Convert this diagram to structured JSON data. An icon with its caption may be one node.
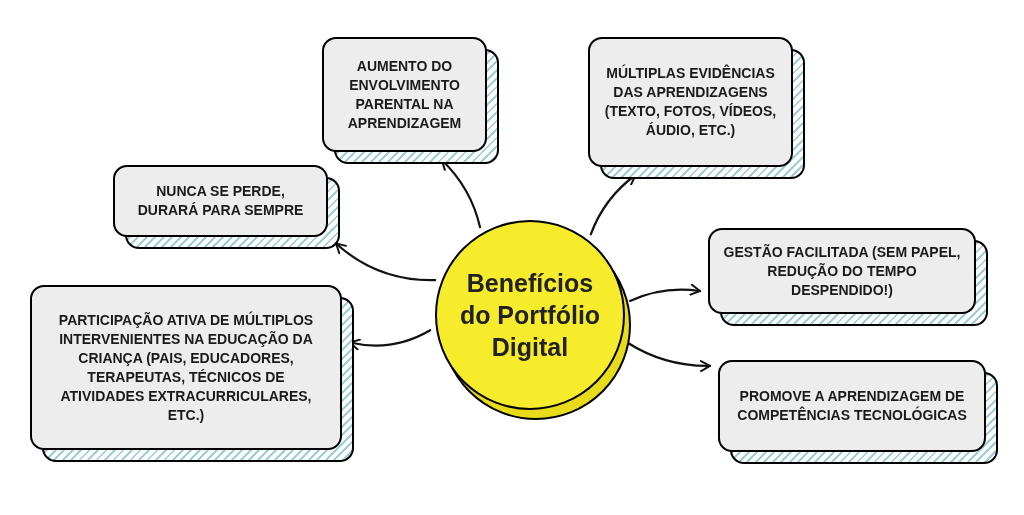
{
  "diagram": {
    "nodes": [
      {
        "text": [
          "Benefícios do Portfólio Digital"
        ]
      },
      {
        "text": [
          "AUMENTO DO ENVOLVIMENTO PARENTAL NA APRENDIZAGEM"
        ]
      },
      {
        "text": [
          "MÚLTIPLAS EVIDÊNCIAS DAS APRENDIZAGENS (TEXTO, FOTOS, VÍDEOS, ÁUDIO, ETC.)"
        ]
      },
      {
        "text": [
          "NUNCA SE PERDE, DURARÁ PARA SEMPRE"
        ]
      },
      {
        "text": [
          "GESTÃO FACILITADA (SEM PAPEL, REDUÇÃO DO TEMPO DESPENDIDO!)"
        ]
      },
      {
        "text": [
          "PARTICIPAÇÃO ATIVA DE MÚLTIPLOS INTERVENIENTES NA EDUCAÇÃO DA CRIANÇA (PAIS, EDUCADORES, TERAPEUTAS, TÉCNICOS DE ATIVIDADES EXTRACURRICULARES, ETC.)"
        ]
      },
      {
        "text": [
          "PROMOVE A APRENDIZAGEM DE COMPETÊNCIAS TECNOLÓGICAS"
        ]
      }
    ],
    "edges": [
      {
        "from": 0,
        "to": 1,
        "arrow": "to"
      },
      {
        "from": 0,
        "to": 2,
        "arrow": "to"
      },
      {
        "from": 0,
        "to": 3,
        "arrow": "to"
      },
      {
        "from": 0,
        "to": 4,
        "arrow": "to"
      },
      {
        "from": 0,
        "to": 5,
        "arrow": "to"
      },
      {
        "from": 0,
        "to": 6,
        "arrow": "to"
      }
    ]
  }
}
